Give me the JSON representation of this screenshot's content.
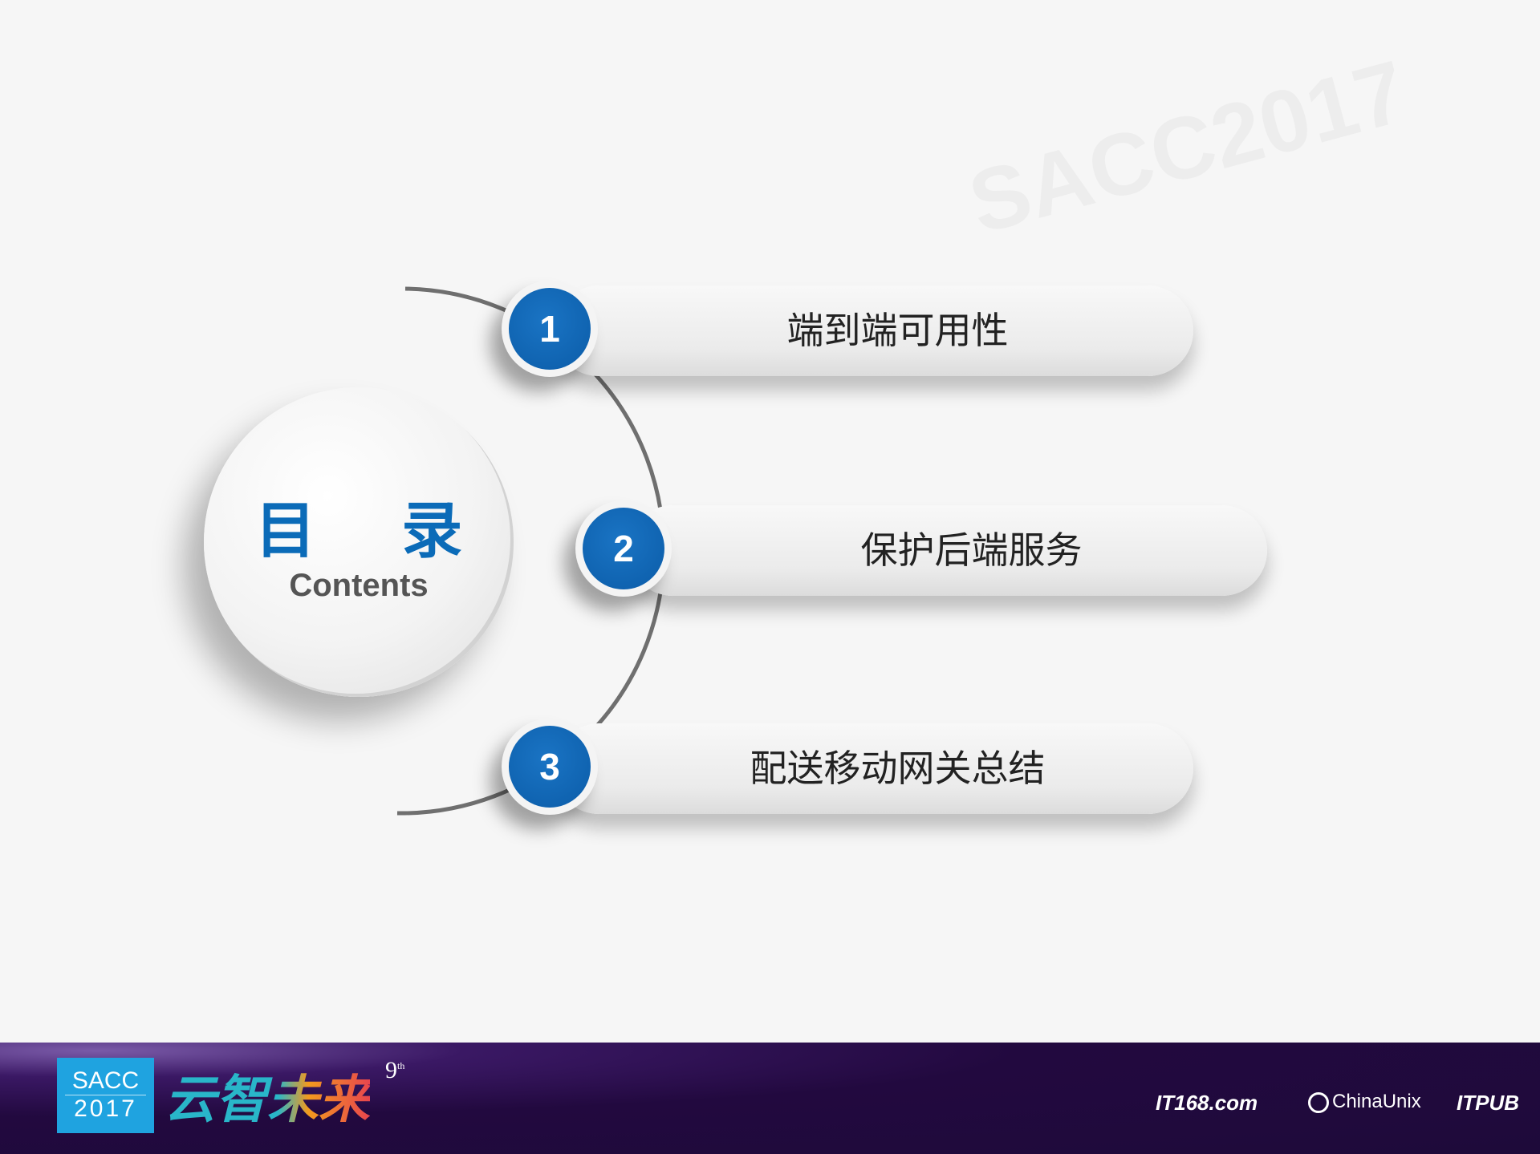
{
  "contents": {
    "title": "目 录",
    "subtitle": "Contents"
  },
  "items": [
    {
      "number": "1",
      "label": "端到端可用性"
    },
    {
      "number": "2",
      "label": "保护后端服务"
    },
    {
      "number": "3",
      "label": "配送移动网关总结"
    }
  ],
  "watermark": "SACC2017",
  "footer": {
    "sacc_line1": "SACC",
    "sacc_line2": "2017",
    "slogan": "云智未来",
    "edition": "9",
    "edition_suffix": "th",
    "logos": [
      "IT168.com",
      "ChinaUnix",
      "ITPUB"
    ]
  },
  "colors": {
    "accent": "#0b6bb8",
    "footer_bg": "#1e0a3a",
    "sacc_box": "#1fa3e0"
  }
}
